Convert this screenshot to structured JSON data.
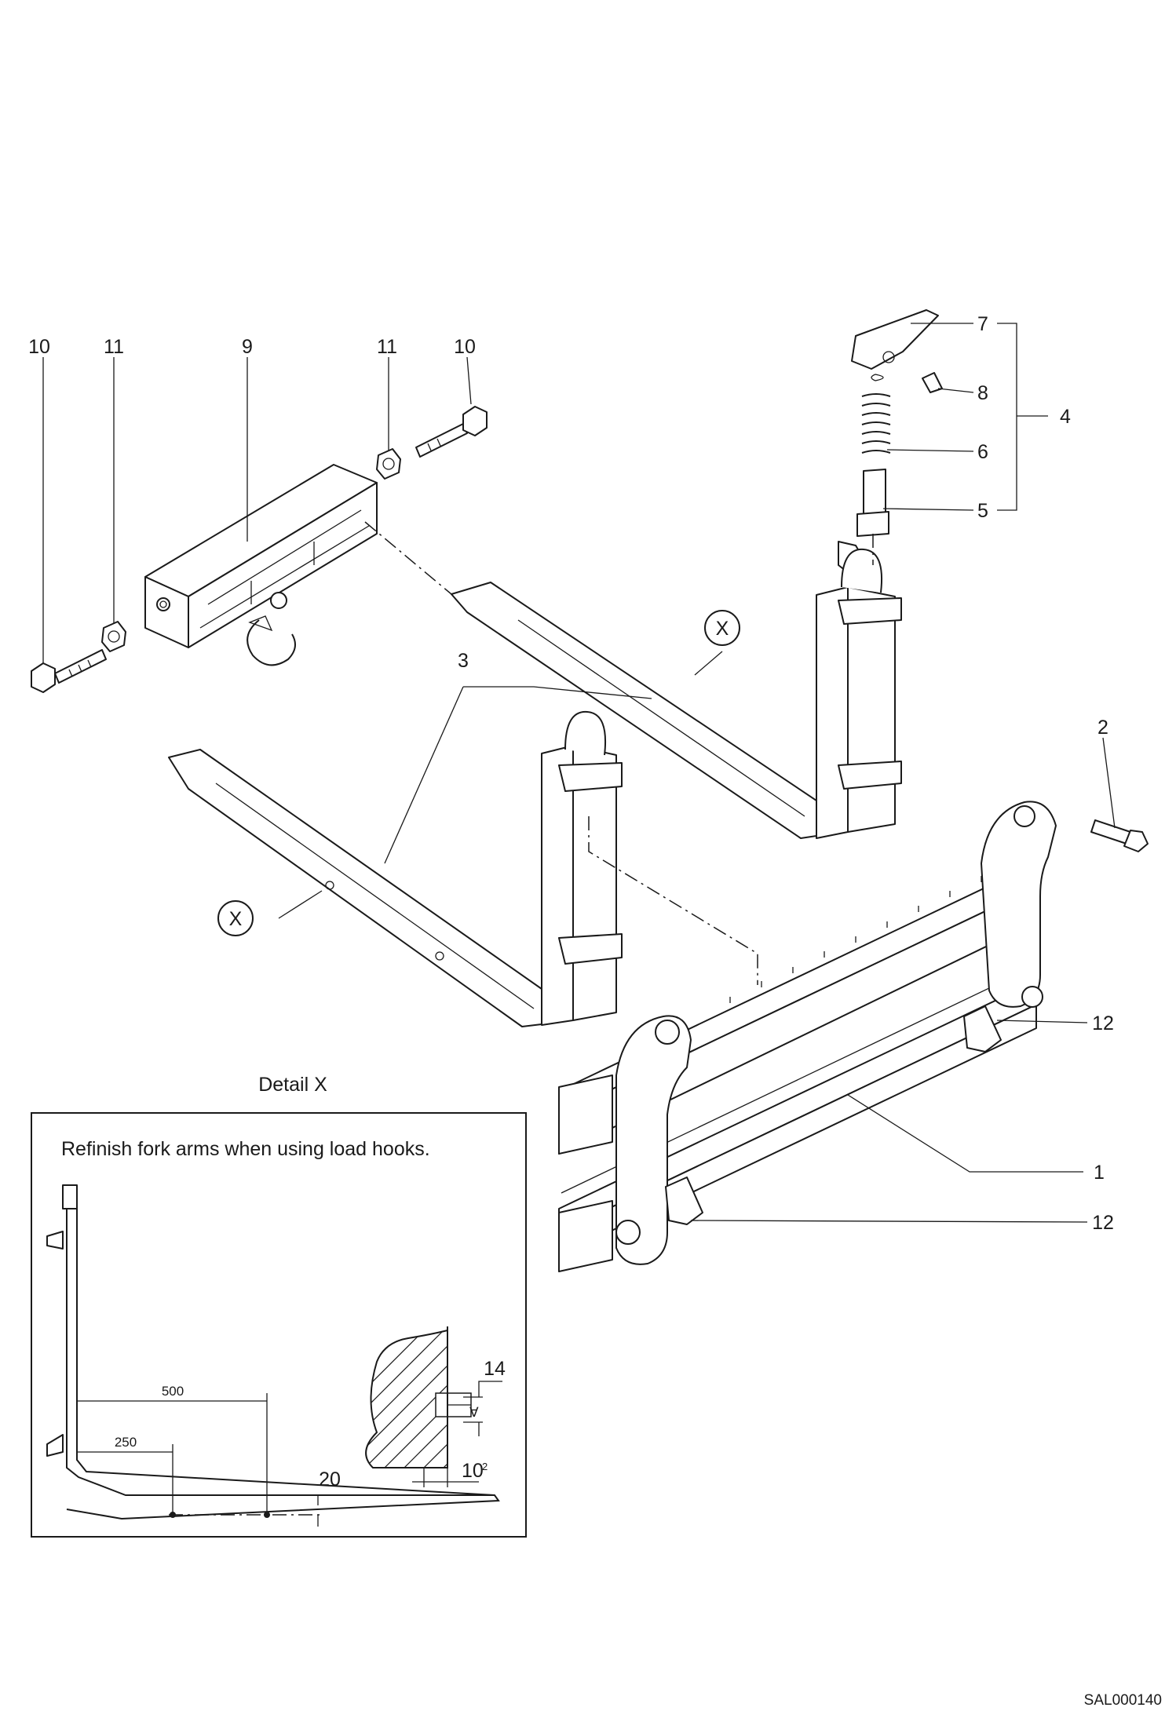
{
  "callouts": {
    "c10a": "10",
    "c11a": "11",
    "c9": "9",
    "c11b": "11",
    "c10b": "10",
    "c7": "7",
    "c8": "8",
    "c4": "4",
    "c6": "6",
    "c5": "5",
    "c3": "3",
    "c2": "2",
    "c12a": "12",
    "c1": "1",
    "c12b": "12"
  },
  "markers": {
    "x1": "X",
    "x2": "X"
  },
  "detail": {
    "title": "Detail X",
    "note": "Refinish fork arms when using load hooks.",
    "dim_500": "500",
    "dim_250": "250",
    "dim_20": "20",
    "dim_14": "14",
    "dim_10": "10",
    "dim_10_sup": "2"
  },
  "drawing_id": "SAL000140"
}
